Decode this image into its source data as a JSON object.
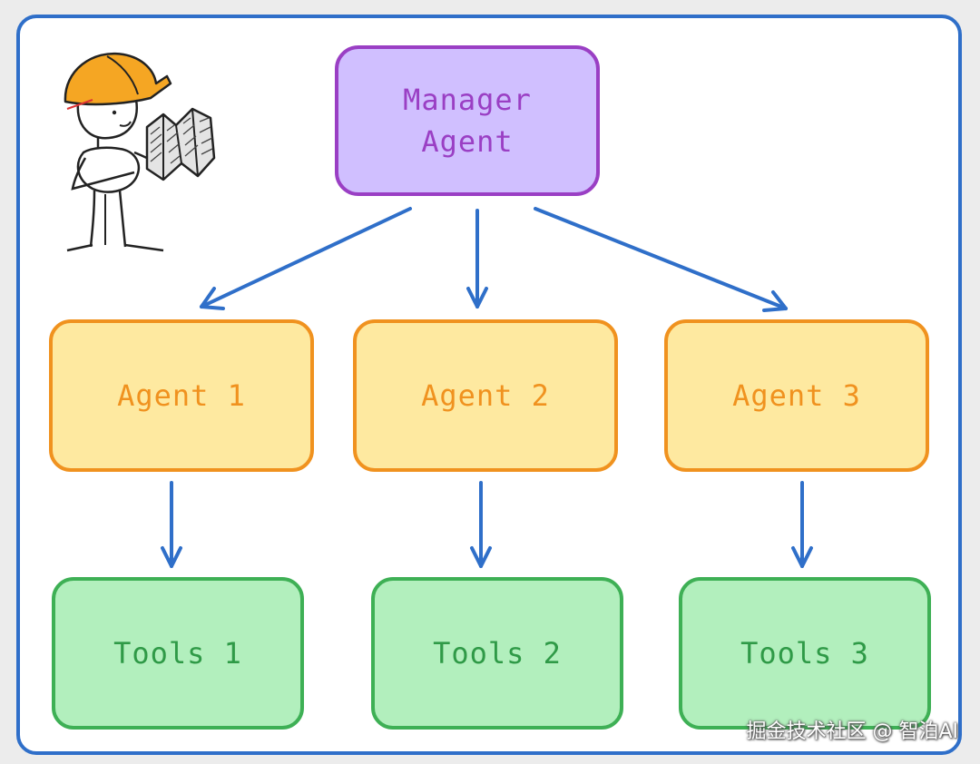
{
  "diagram": {
    "manager": {
      "label": "Manager\nAgent"
    },
    "agents": [
      {
        "label": "Agent 1"
      },
      {
        "label": "Agent 2"
      },
      {
        "label": "Agent 3"
      }
    ],
    "tools": [
      {
        "label": "Tools 1"
      },
      {
        "label": "Tools 2"
      },
      {
        "label": "Tools 3"
      }
    ],
    "edges": [
      {
        "from": "Manager Agent",
        "to": "Agent 1"
      },
      {
        "from": "Manager Agent",
        "to": "Agent 2"
      },
      {
        "from": "Manager Agent",
        "to": "Agent 3"
      },
      {
        "from": "Agent 1",
        "to": "Tools 1"
      },
      {
        "from": "Agent 2",
        "to": "Tools 2"
      },
      {
        "from": "Agent 3",
        "to": "Tools 3"
      }
    ]
  },
  "illustration": {
    "icon": "construction-worker-with-map-icon"
  },
  "watermark": {
    "text": "掘金技术社区 @ 智泊AI"
  },
  "colors": {
    "frame": "#2f6fc9",
    "arrow": "#2f6fc9",
    "manager_fill": "#d0bfff",
    "manager_stroke": "#9a3fc4",
    "agent_fill": "#fee9a0",
    "agent_stroke": "#f0921f",
    "tools_fill": "#b2efbd",
    "tools_stroke": "#3eb055",
    "helmet": "#f5a623"
  }
}
